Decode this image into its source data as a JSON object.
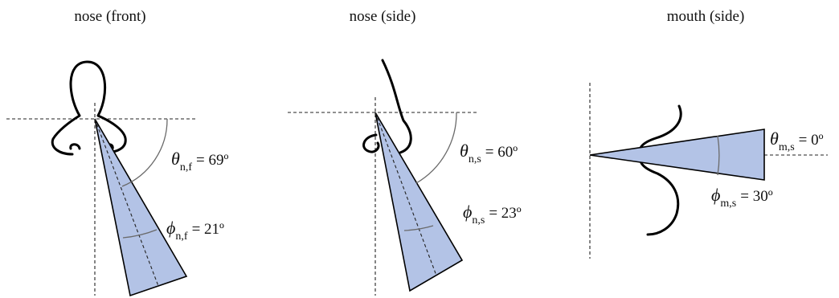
{
  "colors": {
    "cone_fill": "#b3c3e6",
    "guide": "#222222",
    "outline": "#000000",
    "arc": "#6a6a6a"
  },
  "panels": {
    "nose_front": {
      "title": "nose (front)",
      "theta": {
        "symbol": "θ",
        "sub": "n,f",
        "value": "= 69º"
      },
      "phi": {
        "symbol": "ϕ",
        "sub": "n,f",
        "value": "= 21º"
      }
    },
    "nose_side": {
      "title": "nose (side)",
      "theta": {
        "symbol": "θ",
        "sub": "n,s",
        "value": "= 60º"
      },
      "phi": {
        "symbol": "ϕ",
        "sub": "n,s",
        "value": "= 23º"
      }
    },
    "mouth_side": {
      "title": "mouth (side)",
      "theta": {
        "symbol": "θ",
        "sub": "m,s",
        "value": "= 0º"
      },
      "phi": {
        "symbol": "ϕ",
        "sub": "m,s",
        "value": "= 30º"
      }
    }
  }
}
